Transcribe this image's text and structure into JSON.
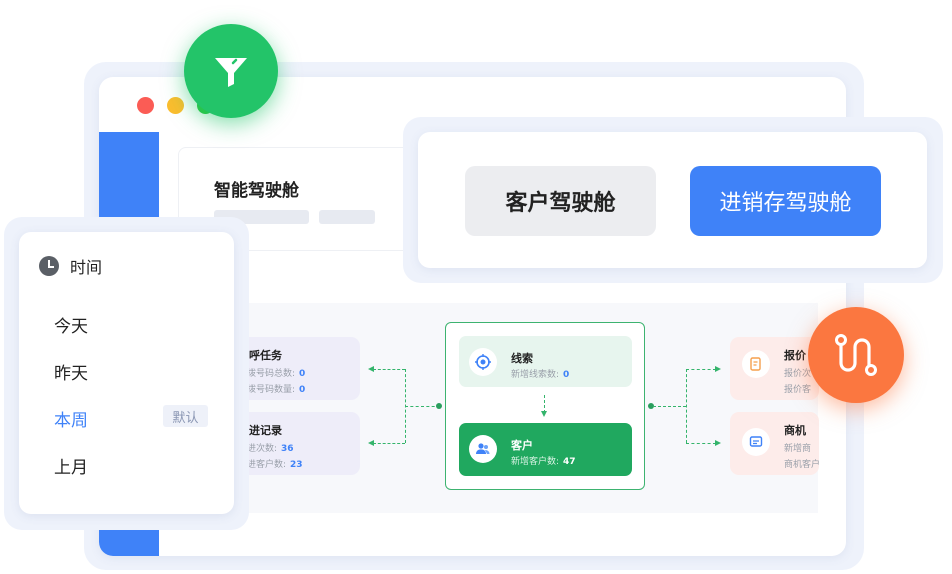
{
  "window": {
    "controls": [
      "#fb5c55",
      "#fbbd2e",
      "#2bc641"
    ],
    "sidebar_color": "#3f82f8"
  },
  "dashboard": {
    "title": "智能驾驶舱"
  },
  "cockpit": {
    "customer_label": "客户驾驶舱",
    "inventory_label": "进销存驾驶舱"
  },
  "time_filter": {
    "title": "时间",
    "options": [
      {
        "label": "今天"
      },
      {
        "label": "昨天"
      },
      {
        "label": "本周",
        "active": true
      },
      {
        "label": "上月"
      }
    ],
    "default_badge": "默认"
  },
  "flow": {
    "outbound_task": {
      "title": "外呼任务",
      "lines": [
        {
          "label": "待拨号码总数:",
          "value": "0"
        },
        {
          "label": "已拨号码数量:",
          "value": "0"
        }
      ]
    },
    "follow_up": {
      "title": "跟进记录",
      "lines": [
        {
          "label": "跟进次数:",
          "value": "36"
        },
        {
          "label": "跟进客户数:",
          "value": "23"
        }
      ]
    },
    "lead": {
      "title": "线索",
      "line": {
        "label": "新增线索数:",
        "value": "0"
      }
    },
    "customer": {
      "title": "客户",
      "line": {
        "label": "新增客户数:",
        "value": "47"
      }
    },
    "quote": {
      "title": "报价",
      "lines": [
        "报价次",
        "报价客"
      ]
    },
    "opportunity": {
      "title": "商机",
      "lines": [
        "新增商",
        "商机客户"
      ]
    }
  },
  "colors": {
    "primary_blue": "#3f82f8",
    "green": "#23c469",
    "orange": "#fb7740"
  },
  "icons": {
    "filter": "filter-icon",
    "route": "route-icon",
    "clock": "clock-icon"
  }
}
